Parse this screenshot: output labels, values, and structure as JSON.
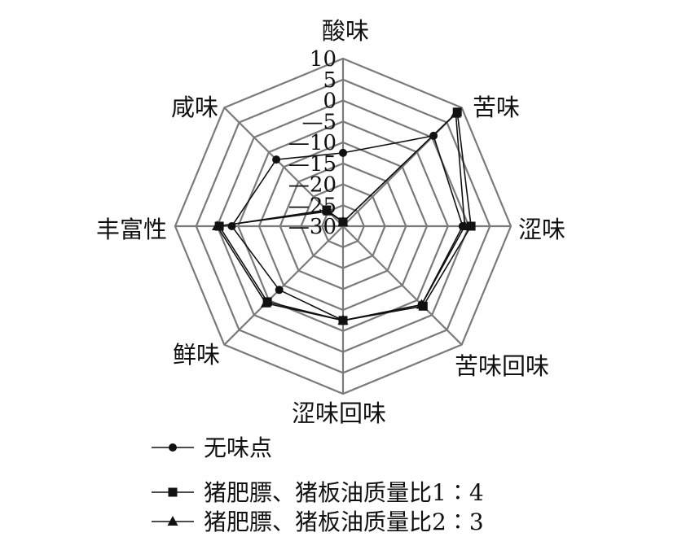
{
  "chart_data": {
    "type": "radar",
    "axes": [
      "酸味",
      "苦味",
      "涩味",
      "苦味回味",
      "涩味回味",
      "鲜味",
      "丰富性",
      "咸味"
    ],
    "rlim": [
      -30,
      10
    ],
    "ticks": [
      "10",
      "5",
      "0",
      "—5",
      "—10",
      "—15",
      "—20",
      "—25",
      "—30"
    ],
    "tick_values": [
      10,
      5,
      0,
      -5,
      -10,
      -15,
      -20,
      -25,
      -30
    ],
    "grid": true,
    "legend_position": "bottom",
    "series": [
      {
        "name": "无味点",
        "marker": "circle",
        "values": [
          -12.5,
          0.5,
          -1.5,
          -3.5,
          -7.5,
          -8.5,
          -3.5,
          -7.5
        ]
      },
      {
        "name": "猪肥膘、猪板油质量比1∶4",
        "marker": "square",
        "values": [
          -29,
          8.5,
          0.5,
          -3.0,
          -7.5,
          -4.5,
          -0.5,
          -24.5
        ]
      },
      {
        "name": "猪肥膘、猪板油质量比2∶3",
        "marker": "triangle",
        "values": [
          -29,
          8.0,
          -1.0,
          -3.5,
          -7.5,
          -4.0,
          0.0,
          -25.0
        ]
      }
    ]
  }
}
